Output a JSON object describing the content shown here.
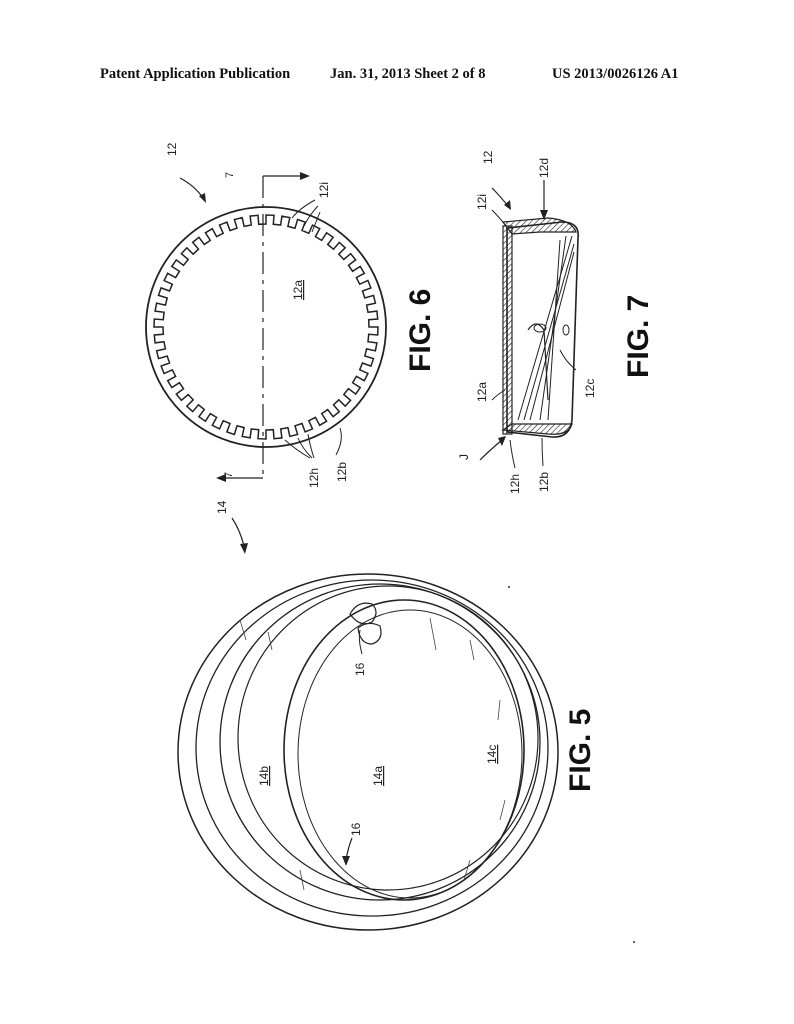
{
  "header": {
    "publication": "Patent Application Publication",
    "date_sheet": "Jan. 31, 2013   Sheet 2 of 8",
    "number": "US 2013/0026126 A1"
  },
  "figures": {
    "fig5": {
      "caption": "FIG. 5",
      "labels": {
        "ref14": "14",
        "ref16_top": "16",
        "ref16_bottom": "16",
        "ref14a": "14a",
        "ref14b": "14b",
        "ref14c": "14c"
      }
    },
    "fig6": {
      "caption": "FIG. 6",
      "labels": {
        "ref12": "12",
        "ref12a": "12a",
        "ref12i": "12i",
        "ref12h": "12h",
        "ref12b": "12b",
        "section_top": "7",
        "section_bottom": "7"
      }
    },
    "fig7": {
      "caption": "FIG. 7",
      "labels": {
        "ref12": "12",
        "ref12d": "12d",
        "ref12i": "12i",
        "ref12a": "12a",
        "ref12c": "12c",
        "refJ": "J",
        "ref12h": "12h",
        "ref12b": "12b"
      }
    }
  }
}
